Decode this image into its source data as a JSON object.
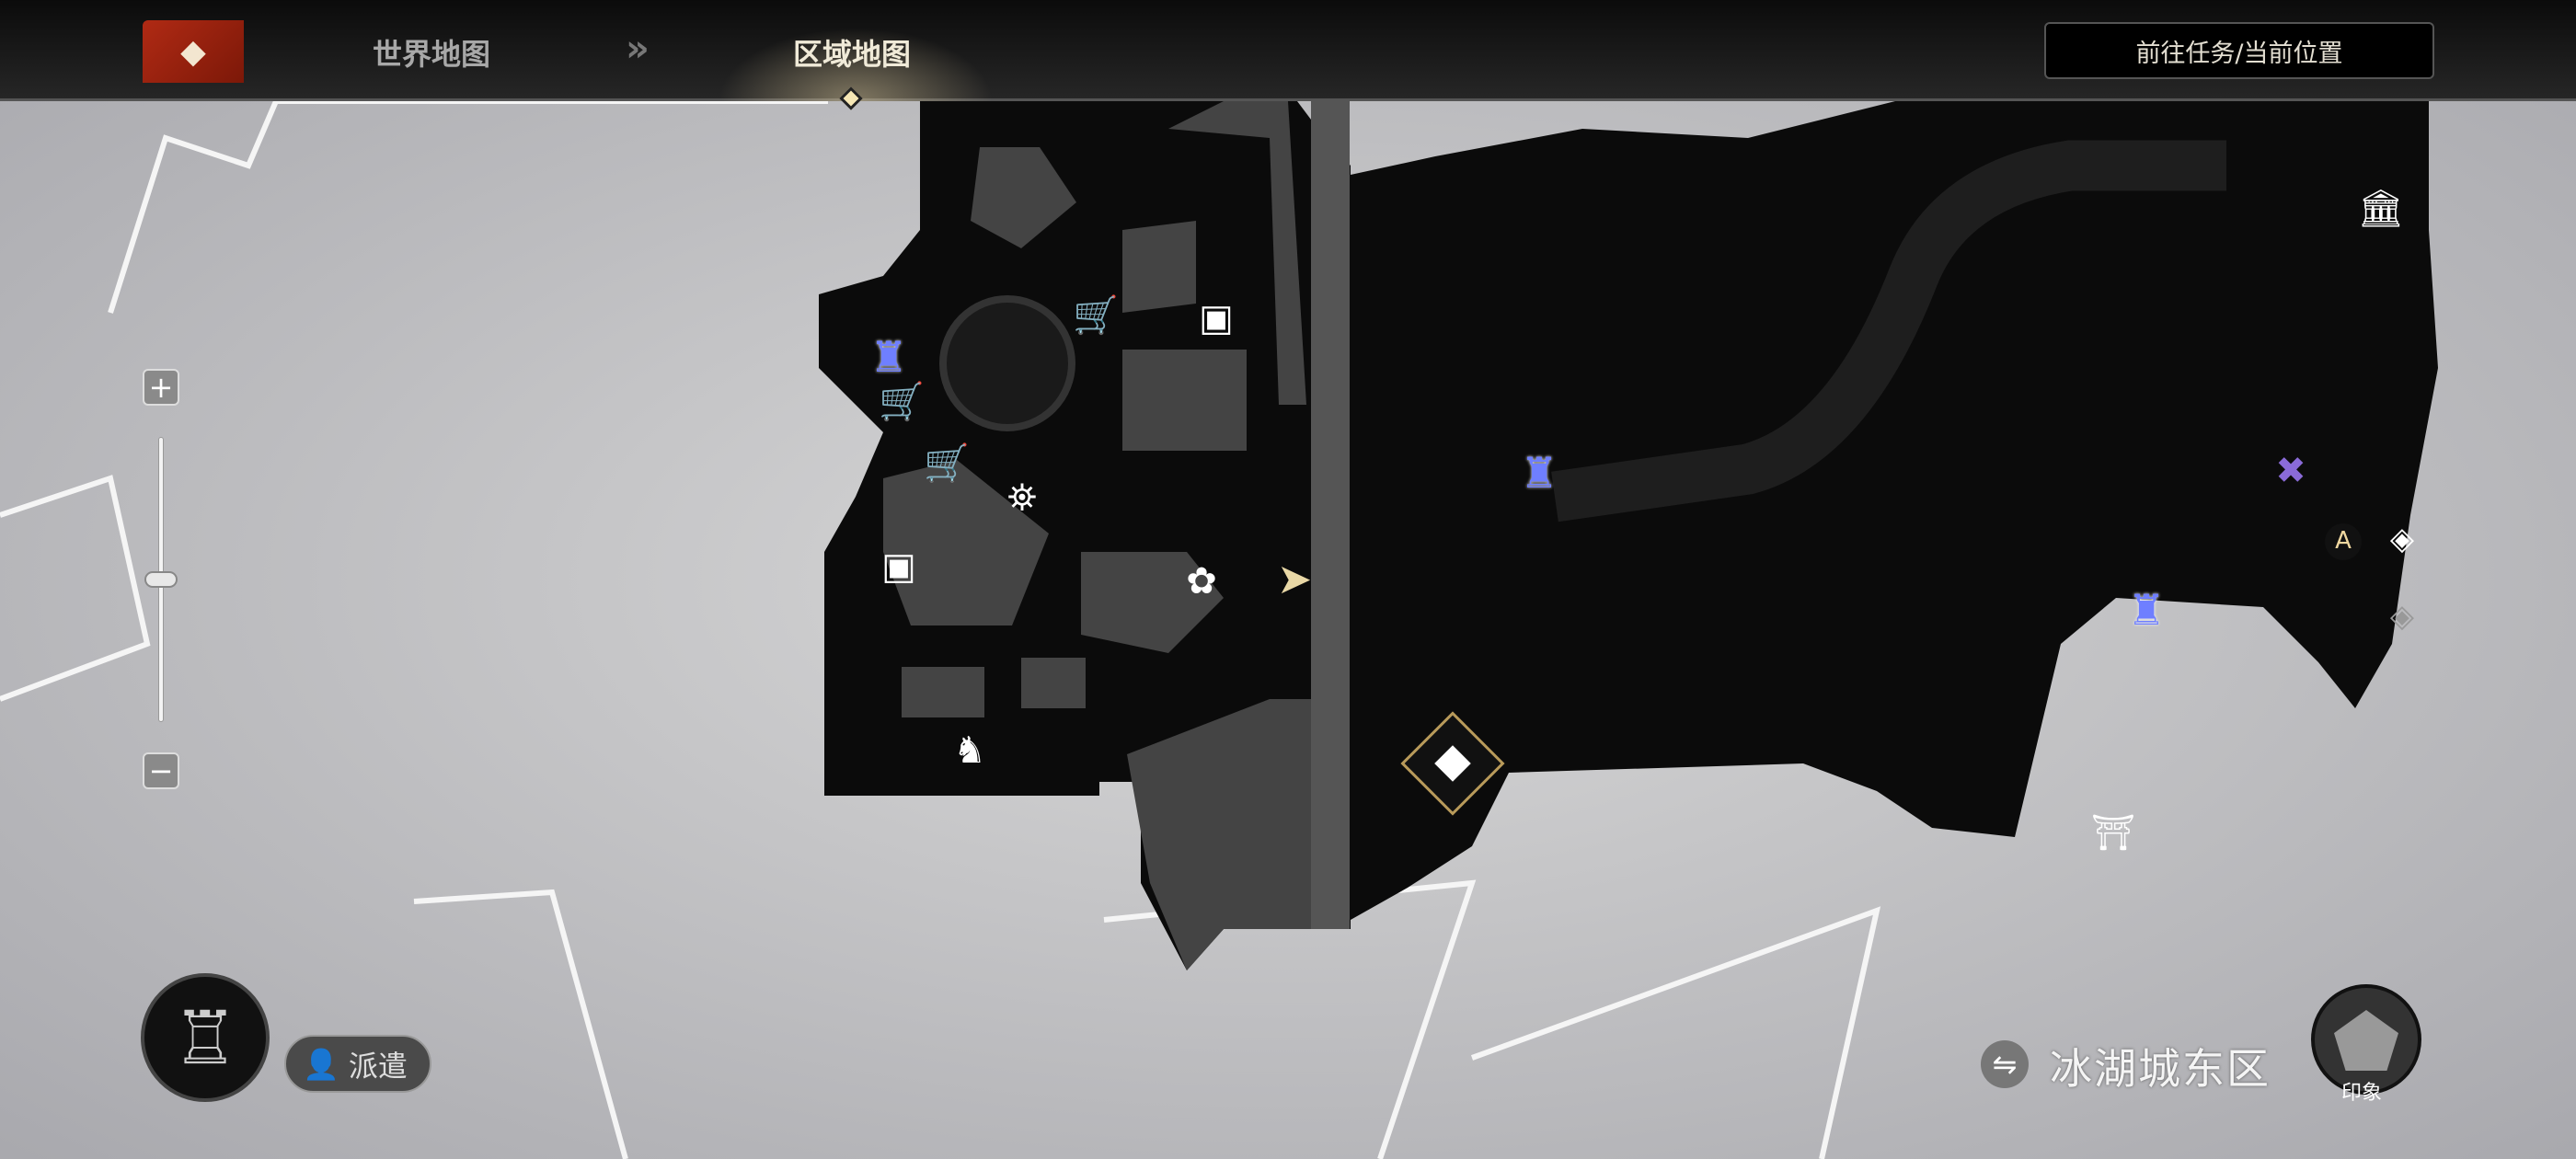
{
  "header": {
    "logo_icon": "c-emblem",
    "tabs": [
      {
        "label": "世界地图"
      },
      {
        "label": "区域地图",
        "active": true
      }
    ],
    "goto_button": "前往任务/当前位置"
  },
  "zoom_control": {
    "plus": "+",
    "minus": "−",
    "level": 0.5
  },
  "dispatch": {
    "label": "派遣"
  },
  "region": {
    "name": "冰湖城东区"
  },
  "impression": {
    "label": "印象"
  },
  "map_icons": [
    "shop-cart-icon",
    "shop-cart-icon",
    "shop-cart-icon",
    "bench-icon",
    "bench-icon",
    "teleport-tower-icon",
    "teleport-tower-icon",
    "teleport-tower-icon",
    "lamp-icon",
    "plant-icon",
    "player-arrow-icon",
    "horse-icon",
    "waypoint-diamond-icon",
    "gate-icon",
    "bank-icon",
    "purple-marker-icon",
    "a-marker-icon",
    "layer-icon"
  ],
  "colors": {
    "accent": "#b02a14",
    "tower": "#6f7fff",
    "dark": "#0b0b0b"
  }
}
